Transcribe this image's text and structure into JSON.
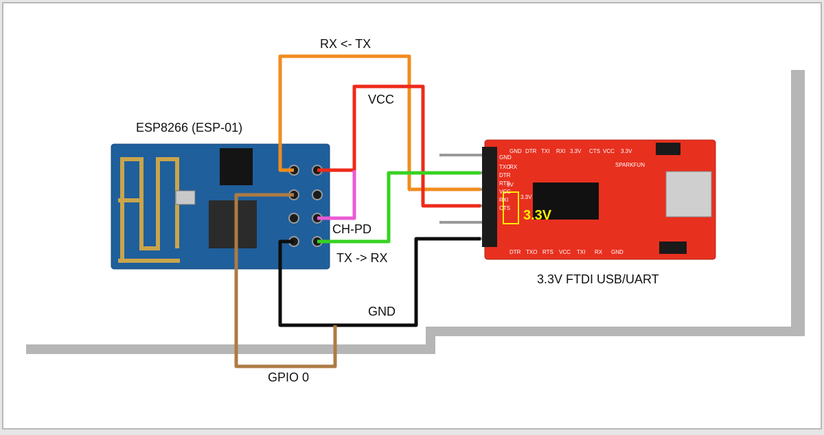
{
  "labels": {
    "rx_tx": "RX <- TX",
    "vcc": "VCC",
    "esp_title": "ESP8266 (ESP-01)",
    "ch_pd": "CH-PD",
    "tx_rx": "TX -> RX",
    "gnd": "GND",
    "gpio0": "GPIO 0",
    "ftdi_title": "3.3V FTDI USB/UART",
    "voltage": "3.3V"
  },
  "ftdi_pin_labels": {
    "top": [
      "GND",
      "CTS",
      "3.3V",
      "TXI",
      "RXI",
      "DTR",
      "RX",
      "VCC",
      "3.3V"
    ],
    "bottom": [
      "DTR",
      "TXO",
      "RTS",
      "VCC",
      "TXI",
      "RX",
      "GND"
    ],
    "side": [
      "TXO",
      "DTR",
      "GND",
      "RTS",
      "VCC",
      "RXI",
      "CTS"
    ],
    "jumper": [
      "5V",
      "3.3V"
    ],
    "brand": "SPARKFUN"
  },
  "wire_colors": {
    "rx_tx": "#f08c1e",
    "vcc": "#ee2a1b",
    "ch_pd": "#ea5ad4",
    "tx_rx": "#37d221",
    "gnd": "#0d0d0d",
    "gpio0": "#ad7b44"
  },
  "board_colors": {
    "esp": "#1f5f9c",
    "ftdi": "#e8301f",
    "voltage_highlight": "#ffee00"
  }
}
